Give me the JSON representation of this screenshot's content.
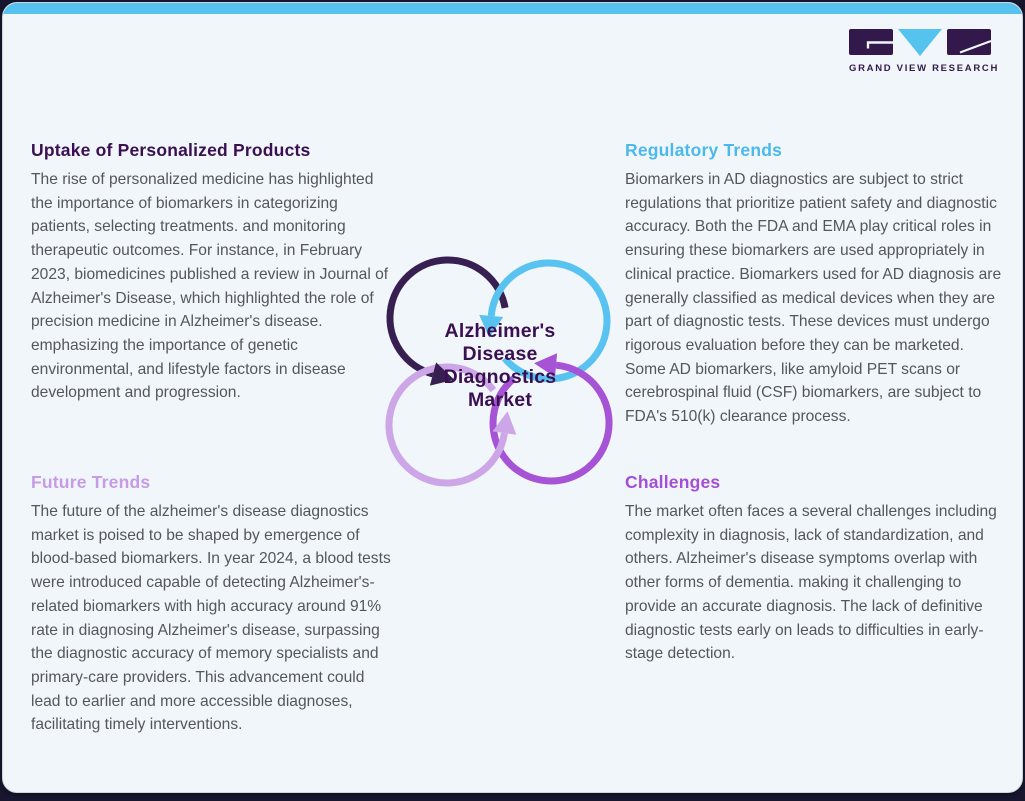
{
  "brand": {
    "name": "GRAND VIEW RESEARCH",
    "logo_purple": "#33194b",
    "logo_blue": "#56c3ee"
  },
  "frame": {
    "top_bar_color": "#56c2f0",
    "card_background": "#f0f6fa",
    "outer_background": "#18162e"
  },
  "center_diagram": {
    "title": "Alzheimer's Disease Diagnostics Market",
    "arrow_colors": {
      "top_left": "#372051",
      "top_right": "#58c3f0",
      "bottom_left": "#cda6e8",
      "bottom_right": "#a653d6"
    }
  },
  "sections": [
    {
      "id": "uptake",
      "heading": "Uptake of Personalized Products",
      "heading_color": "#3b1053",
      "body": "The rise of personalized medicine has highlighted the importance of biomarkers in categorizing patients, selecting treatments. and monitoring therapeutic outcomes. For instance, in February 2023, biomedicines published a review in Journal of Alzheimer's Disease, which highlighted the role of precision medicine in Alzheimer's disease. emphasizing the importance of genetic environmental, and lifestyle factors in disease development and progression."
    },
    {
      "id": "regulatory",
      "heading": "Regulatory Trends",
      "heading_color": "#4cb9ec",
      "body": "Biomarkers in AD diagnostics are subject to strict regulations that prioritize patient safety and diagnostic accuracy. Both the FDA and EMA play critical roles in ensuring these biomarkers are used appropriately in clinical practice. Biomarkers used for AD diagnosis are generally classified as medical devices when they are part of diagnostic tests. These devices must undergo rigorous evaluation before they can be marketed. Some AD biomarkers, like amyloid PET scans or cerebrospinal fluid (CSF) biomarkers, are subject to FDA's 510(k) clearance process."
    },
    {
      "id": "future",
      "heading": "Future Trends",
      "heading_color": "#c79ce7",
      "body": "The future of the alzheimer's disease diagnostics market is poised to be shaped by emergence of blood-based biomarkers. In year 2024, a blood tests were introduced capable of detecting Alzheimer's-related biomarkers with high accuracy around 91% rate in diagnosing Alzheimer's disease, surpassing the diagnostic accuracy of memory specialists and primary-care providers. This advancement could lead to earlier and more accessible diagnoses, facilitating timely interventions."
    },
    {
      "id": "challenges",
      "heading": "Challenges",
      "heading_color": "#a34fd6",
      "body": "The market often faces a several challenges including complexity in diagnosis, lack of standardization, and others. Alzheimer's disease symptoms overlap with other forms of dementia. making it challenging to provide an accurate diagnosis. The lack of definitive diagnostic tests early on leads to difficulties in early-stage detection."
    }
  ]
}
